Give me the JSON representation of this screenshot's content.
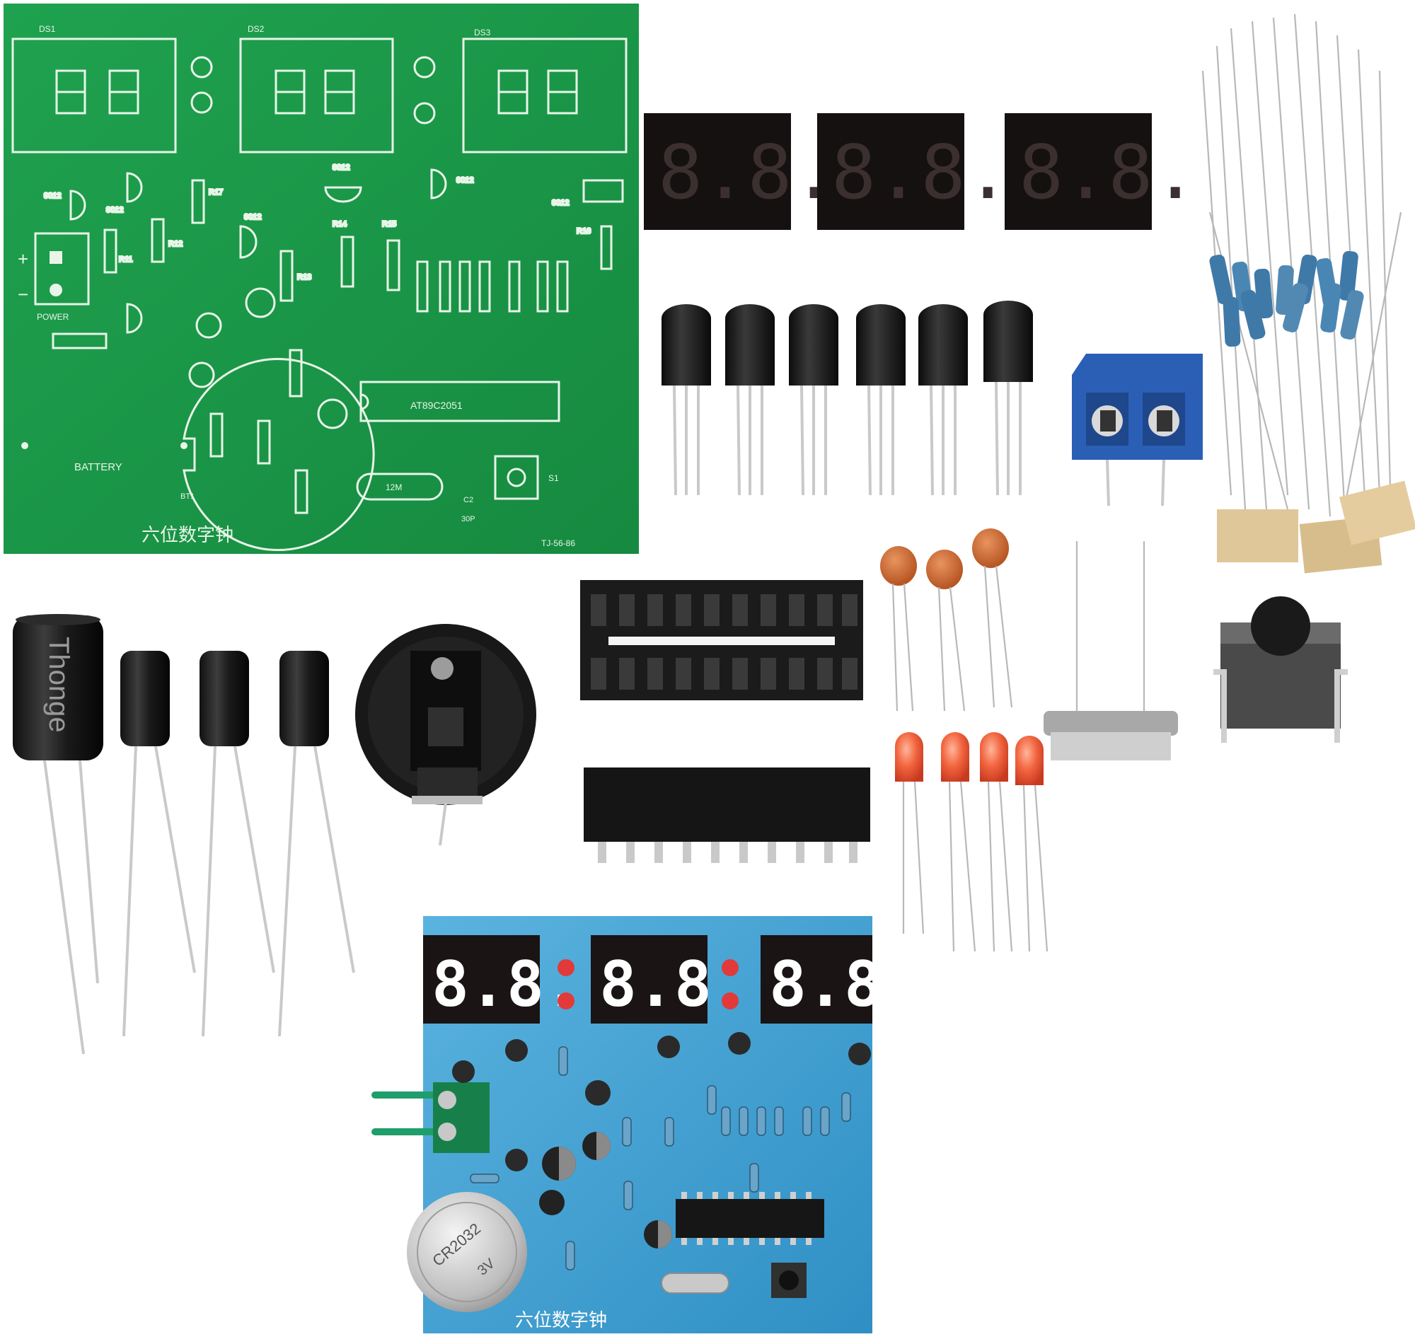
{
  "green_pcb": {
    "title_cn": "六位数字钟",
    "code": "TJ-56-86",
    "battery_label": "BATTERY",
    "chip_label": "AT89C2051",
    "crystal_label": "12M",
    "cap_label": "30P",
    "cap_ref": "C2",
    "button_ref": "S1",
    "power_label": "POWER",
    "battery_ref": "BT1",
    "display_refs": [
      "DS1",
      "DS2",
      "DS3"
    ],
    "plus_sign": "+",
    "minus_sign": "−",
    "transistor_labels": [
      "9012",
      "9012",
      "9012",
      "9012",
      "9012",
      "9012"
    ],
    "resistor_refs": [
      "R11",
      "R12",
      "R13",
      "R14",
      "R15",
      "R16",
      "R17"
    ]
  },
  "parts": {
    "seven_seg_count": 3,
    "transistor_count": 6,
    "capacitor_brand": "Thonge",
    "led_count": 4,
    "ceramic_cap_count": 3,
    "resistor_count": 12,
    "electrolytic_count": 4
  },
  "blue_pcb": {
    "title_cn": "六位数字钟",
    "battery_text": [
      "CR2032",
      "3V"
    ],
    "display_digits": "8.8."
  },
  "colors": {
    "green_pcb": "#1c9a4a",
    "blue_pcb": "#3f9fd0",
    "led_red": "#ee5533",
    "terminal_blue": "#2b5fb5",
    "ceramic_orange": "#c9602a"
  }
}
